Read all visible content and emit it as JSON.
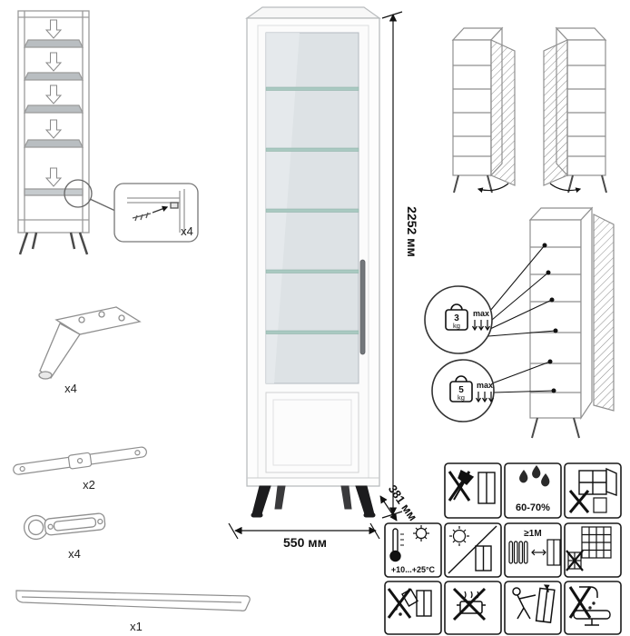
{
  "document": {
    "type": "furniture assembly and care instruction sheet"
  },
  "main_cabinet": {
    "height_label": "2252 мм",
    "width_label": "550 мм",
    "depth_label": "381 мм"
  },
  "parts": [
    {
      "name": "shelf-support-bracket",
      "qty": "x4"
    },
    {
      "name": "leg",
      "qty": "x4"
    },
    {
      "name": "support-rail",
      "qty": "x2"
    },
    {
      "name": "hinge",
      "qty": "x4"
    },
    {
      "name": "handle",
      "qty": "x1"
    }
  ],
  "load_limits": [
    {
      "weight": "3",
      "unit": "kg",
      "note": "max"
    },
    {
      "weight": "5",
      "unit": "kg",
      "note": "max"
    }
  ],
  "care_icons": [
    {
      "name": "no-sharp-tools-icon",
      "label": ""
    },
    {
      "name": "humidity-icon",
      "label": "60-70%"
    },
    {
      "name": "no-open-window-icon",
      "label": ""
    },
    {
      "name": "temperature-range-icon",
      "label": "+10...+25°C"
    },
    {
      "name": "avoid-direct-sunlight-icon",
      "label": ""
    },
    {
      "name": "heat-source-distance-icon",
      "label": "≥1M"
    },
    {
      "name": "ventilation-grid-icon",
      "label": ""
    },
    {
      "name": "no-spill-liquids-icon",
      "label": ""
    },
    {
      "name": "no-hot-objects-icon",
      "label": ""
    },
    {
      "name": "do-not-push-icon",
      "label": ""
    },
    {
      "name": "no-water-washing-icon",
      "label": ""
    }
  ]
}
